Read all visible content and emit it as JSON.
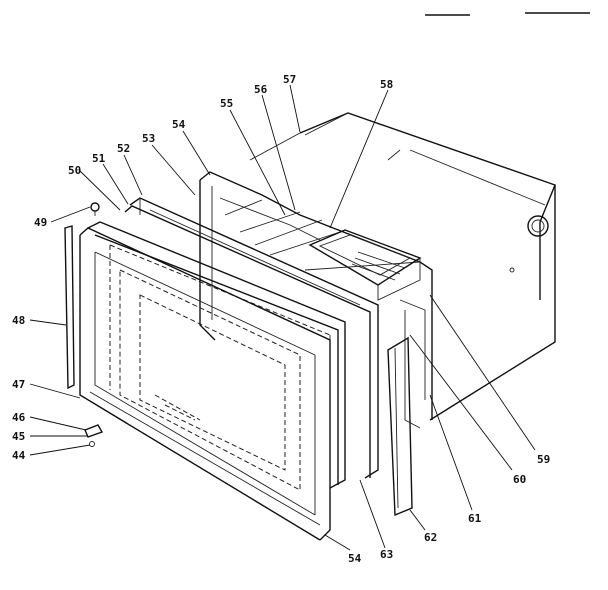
{
  "diagram": {
    "labels": {
      "p44": "44",
      "p45": "45",
      "p46": "46",
      "p47": "47",
      "p48": "48",
      "p49": "49",
      "p50": "50",
      "p51": "51",
      "p52": "52",
      "p53": "53",
      "p54_top": "54",
      "p55": "55",
      "p56": "56",
      "p57": "57",
      "p58": "58",
      "p59": "59",
      "p60": "60",
      "p61": "61",
      "p62": "62",
      "p63": "63",
      "p54_bottom": "54"
    }
  }
}
